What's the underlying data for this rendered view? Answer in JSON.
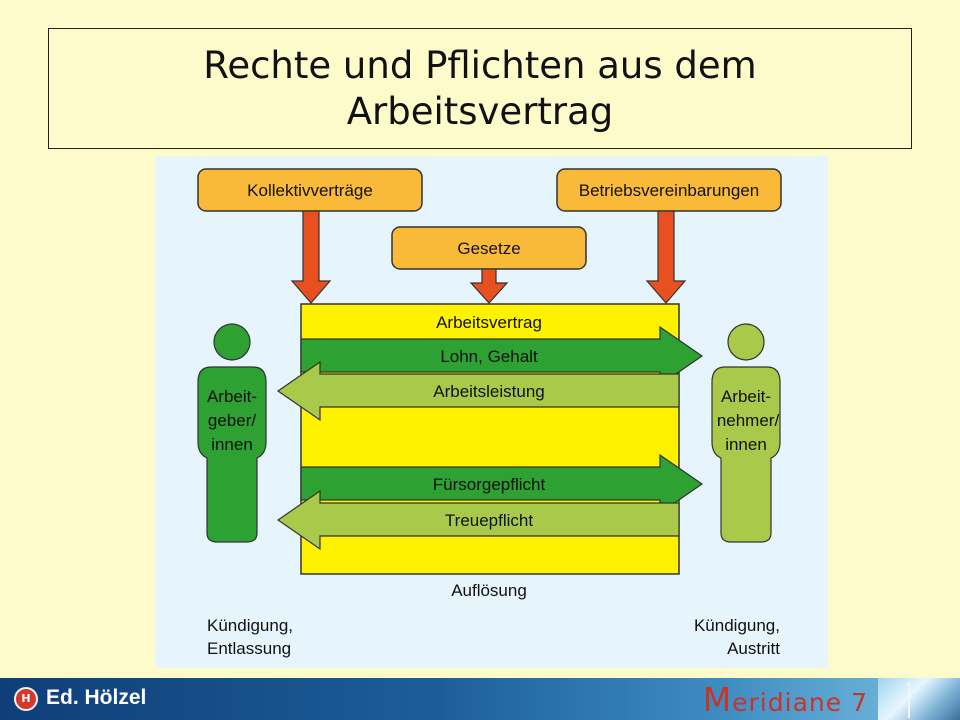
{
  "title": {
    "line1": "Rechte und Pflichten aus dem",
    "line2": "Arbeitsvertrag"
  },
  "diagram": {
    "sources": {
      "kollektiv": "Kollektivverträge",
      "betrieb": "Betriebsvereinbarungen",
      "gesetze": "Gesetze"
    },
    "contract_label": "Arbeitsvertrag",
    "arrows": {
      "lohn": "Lohn, Gehalt",
      "arbeitsleistung": "Arbeitsleistung",
      "fuersorge": "Fürsorgepflicht",
      "treue": "Treuepflicht"
    },
    "aufloesung": "Auflösung",
    "employer": {
      "line1": "Arbeit-",
      "line2": "geber/",
      "line3": "innen"
    },
    "employee": {
      "line1": "Arbeit-",
      "line2": "nehmer/",
      "line3": "innen"
    },
    "termination_left": {
      "line1": "Kündigung,",
      "line2": "Entlassung"
    },
    "termination_right": {
      "line1": "Kündigung,",
      "line2": "Austritt"
    }
  },
  "footer": {
    "logo_glyph": "H",
    "publisher": "Ed. Hölzel",
    "series_initial": "M",
    "series_rest": "eridiane 7"
  },
  "colors": {
    "background": "#fefbcb",
    "panel": "#e6f4fb",
    "orange_box": "#f9ba3a",
    "red_arrow": "#e8501f",
    "yellow": "#fff200",
    "dark_green": "#2da131",
    "light_green": "#a8c94a"
  }
}
